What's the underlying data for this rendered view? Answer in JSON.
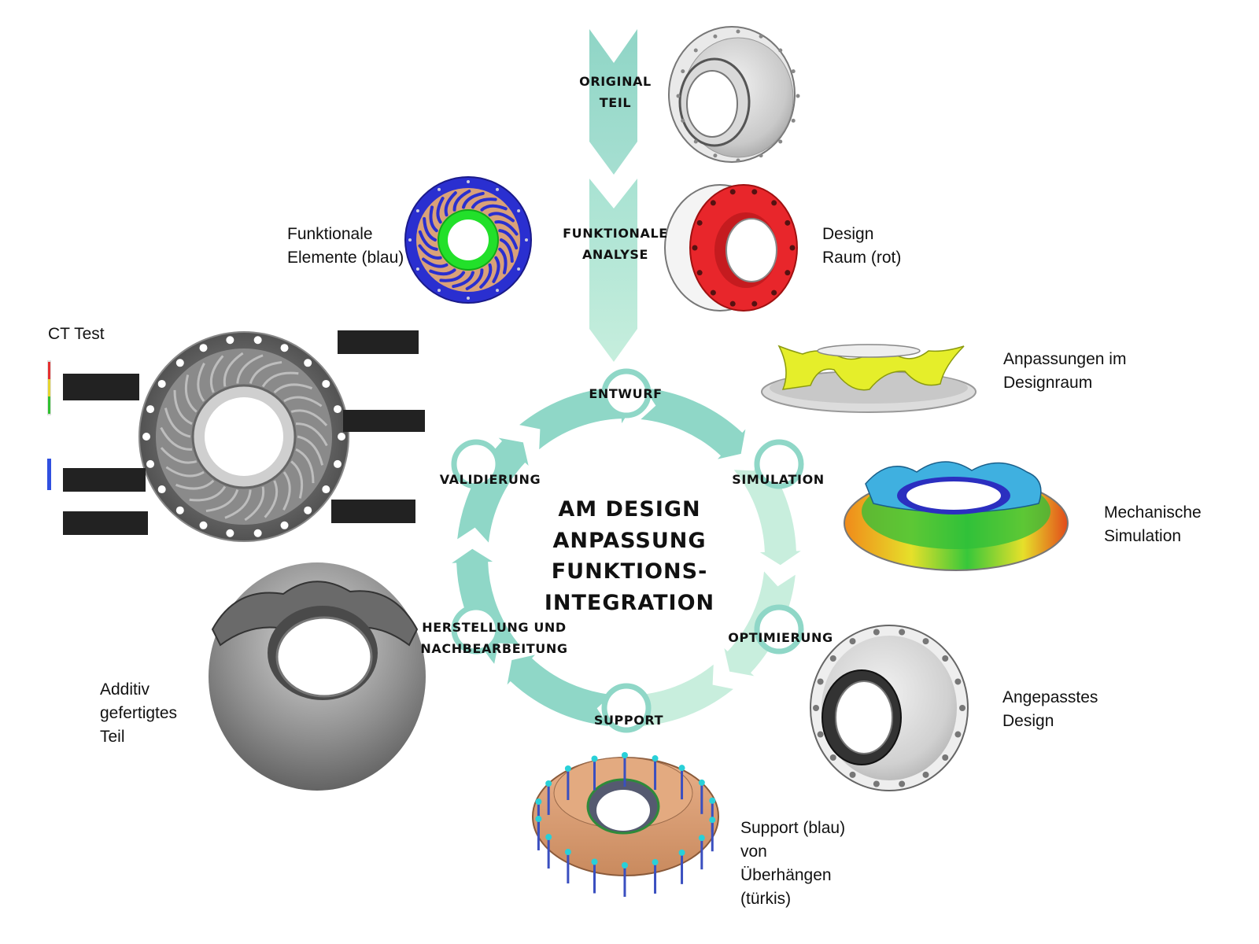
{
  "cycle": {
    "title_lines": [
      "AM DESIGN",
      "ANPASSUNG",
      "FUNKTIONS-",
      "INTEGRATION"
    ],
    "steps": {
      "original": [
        "ORIGINAL",
        "TEIL"
      ],
      "analysis": [
        "FUNKTIONALE",
        "ANALYSE"
      ],
      "entwurf": "ENTWURF",
      "simulation": "SIMULATION",
      "optimierung": "OPTIMIERUNG",
      "support": "SUPPORT",
      "herstellung": [
        "HERSTELLUNG UND",
        "NACHBEARBEITUNG"
      ],
      "validierung": "VALIDIERUNG"
    }
  },
  "labels": {
    "funktionale": "Funktionale\nElemente (blau)",
    "design_raum": "Design\nRaum (rot)",
    "ct_test": "CT Test",
    "anpassungen": "Anpassungen im\nDesignraum",
    "mechanische": "Mechanische\nSimulation",
    "angepasstes": "Angepasstes\nDesign",
    "additiv": "Additiv\ngefertigtes\n Teil",
    "support_desc": "Support (blau)\nvon\nÜberhängen\n(türkis)"
  },
  "colors": {
    "arrow_teal": "#8fd7c7",
    "arrow_light": "#c8eedd",
    "design_red": "#e8262b",
    "functional_blue": "#2a2fd0",
    "functional_green": "#22e02a",
    "copper": "#d9a179",
    "yellow": "#e5ee2a"
  }
}
